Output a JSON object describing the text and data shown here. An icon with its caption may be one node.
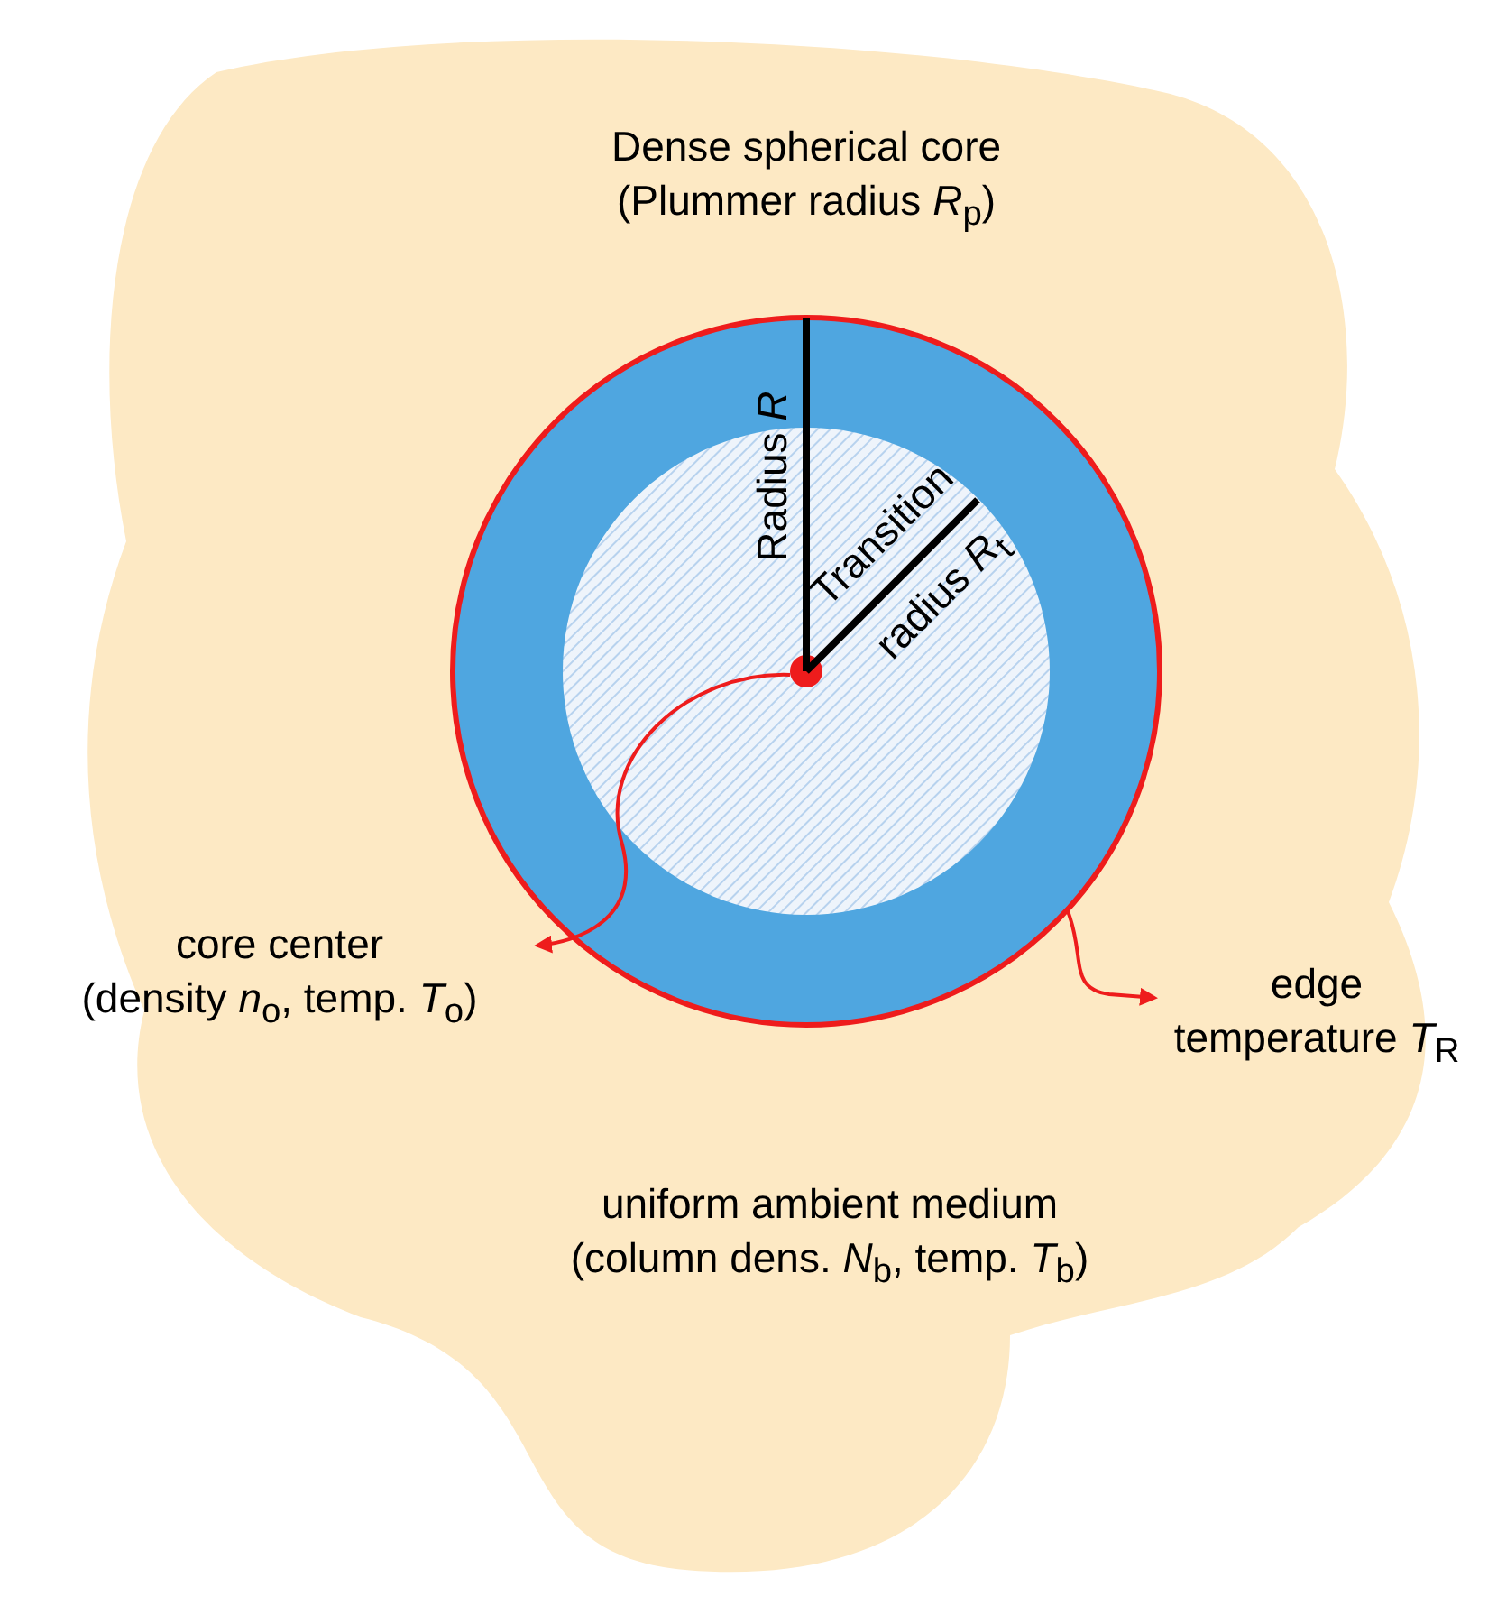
{
  "diagram": {
    "nodes": [
      {
        "text": [
          "uniform ambient medium",
          "(column dens. *N*$_{b}$, temp. *T*$_{b}$)"
        ]
      },
      {
        "text": [
          "Dense spherical core",
          "(Plummer radius *R*$_{p}$)"
        ],
        "in": 0
      },
      {
        "text": [],
        "shape": "circle",
        "in": 1
      },
      {
        "text": [],
        "shape": "circle",
        "in": 2
      },
      {
        "text": [
          "core center",
          "(density *n*$_{o}$, temp. *T*$_{o}$)"
        ],
        "in": 0
      },
      {
        "text": [
          "edge",
          "temperature *T*$_{R}$"
        ],
        "in": 0
      }
    ],
    "edges": [
      {
        "from": 3,
        "to": 4,
        "arrow": "to"
      },
      {
        "from": 1,
        "to": 5,
        "arrow": "to"
      }
    ],
    "labels": [
      "Radius *R*",
      "Transition radius *R*$_{t}$"
    ]
  }
}
